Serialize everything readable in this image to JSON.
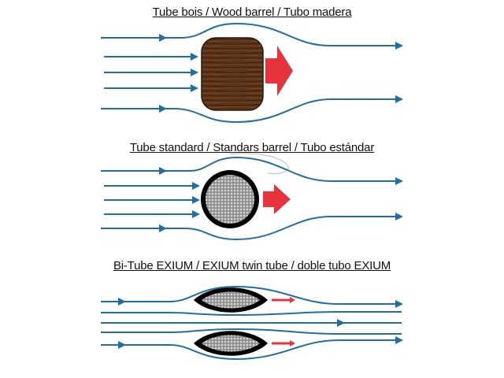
{
  "panels": [
    {
      "title": "Tube bois / Wood barrel / Tubo madera"
    },
    {
      "title": "Tube standard / Standars barrel / Tubo estándar"
    },
    {
      "title": "Bi-Tube EXIUM / EXIUM twin tube / doble tubo EXIUM"
    }
  ],
  "colors": {
    "streamline": "#1f6fa3",
    "thrust_arrow": "#e8323c",
    "wood": "#5a3318",
    "tube_outline": "#000000",
    "tube_fill": "#9a9a9a"
  }
}
